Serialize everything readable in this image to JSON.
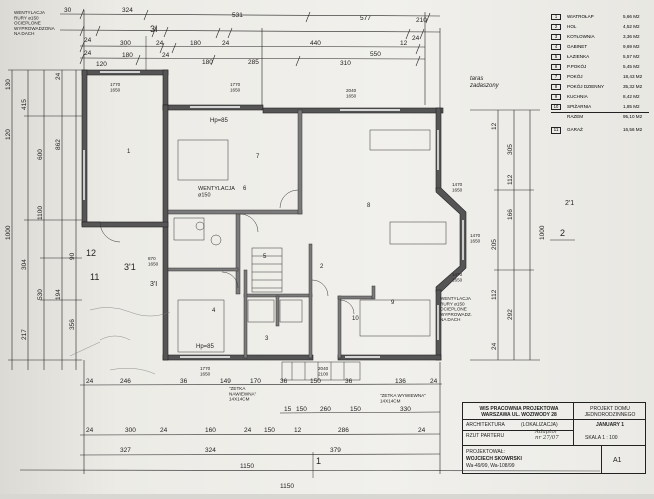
{
  "top_dimensions": {
    "row1": [
      "30",
      "324",
      "531",
      "577",
      "210"
    ],
    "row2": [
      "24",
      "300",
      "24",
      "180",
      "24",
      "440",
      "12",
      "24"
    ],
    "row3": [
      "24",
      "180",
      "24",
      "550"
    ],
    "row4": [
      "120",
      "180",
      "285",
      "310"
    ]
  },
  "left_dimensions": [
    "130",
    "415",
    "600",
    "862",
    "1000",
    "304",
    "217",
    "530",
    "194",
    "356",
    "90",
    "1100",
    "120",
    "24"
  ],
  "right_dimensions": [
    "305",
    "166",
    "112",
    "292",
    "205",
    "112",
    "1000",
    "12",
    "24"
  ],
  "bottom_dimensions": {
    "row1": [
      "24",
      "246",
      "36",
      "149",
      "170",
      "36",
      "150",
      "36",
      "136",
      "24"
    ],
    "row2": [
      "15",
      "150",
      "260",
      "150",
      "330"
    ],
    "row3": [
      "24",
      "300",
      "24",
      "160",
      "24",
      "150",
      "12",
      "286",
      "24"
    ],
    "row4": [
      "327",
      "324",
      "379"
    ],
    "total": "1150",
    "overall": "1150"
  },
  "room_labels": {
    "wentylacja_top": "WENTYLACJA\nRURY ø150\nOCIEPLONE\nWYPROWADZONA\nNA DACH",
    "wentylacja_mid": "WENTYLACJA\nø150",
    "wentylacja_right": "WENTYLACJA\nRURY ø150\nOCIEPLONE\nWYPROWADZ.\nNA DACH",
    "hp_top": "Hp=85",
    "hp_bottom": "Hp=85",
    "room_1": "1",
    "room_3": "3",
    "room_5": "5",
    "room_6": "6",
    "room_7": "7",
    "room_8": "8",
    "room_9": "9",
    "room_10": "10",
    "room_4": "4",
    "room_2": "2",
    "room_11": "11",
    "room_12": "12",
    "label_31": "3'1",
    "label_21": "2'1",
    "label_3i": "3'I",
    "stairs_a": "\"ZETKA\nNAWIEWNA\"\n14X14CM",
    "stairs_b": "\"ZETKA WYWIEWNA\"\n14X14CM",
    "window_1": "1770\n1650",
    "window_2": "1770\n1650",
    "window_3": "2040\n1650",
    "window_4": "1470\n1650",
    "window_5": "1470\n1650",
    "window_6": "1470\n1650",
    "window_7": "2040\n2100",
    "window_8": "870\n1650",
    "window_9": "1770\n1650",
    "handwritten_1": "taras\nzadaszony"
  },
  "legend": {
    "rows": [
      {
        "no": "1",
        "name": "WIATROŁAP",
        "area": "5,66 M2"
      },
      {
        "no": "2",
        "name": "HOL",
        "area": "4,52 M2"
      },
      {
        "no": "3",
        "name": "KOTŁOWNIA",
        "area": "3,36 M2"
      },
      {
        "no": "4",
        "name": "GABINET",
        "area": "9,69 M2"
      },
      {
        "no": "5",
        "name": "ŁAZIENKA",
        "area": "5,57 M2"
      },
      {
        "no": "6",
        "name": "P.POKÓJ",
        "area": "5,45 M2"
      },
      {
        "no": "7",
        "name": "POKÓJ",
        "area": "18,43 M2"
      },
      {
        "no": "8",
        "name": "POKÓJ DZIENNY",
        "area": "35,32 M2"
      },
      {
        "no": "9",
        "name": "KUCHNIA",
        "area": "8,42 M2"
      },
      {
        "no": "10",
        "name": "SPIŻARNIA",
        "area": "1,85 M2"
      }
    ],
    "total_label": "RAZEM",
    "total_area": "95,10 M2",
    "garage_no": "11",
    "garage_name": "GARAŻ",
    "garage_area": "16,56 M2"
  },
  "title_block": {
    "office": "WIS PRACOWNIA PROJEKTOWA\nWARSZAWA UL. WOZIWODY 28",
    "project_type": "PROJEKT DOMU\nJEDNORODZINNEGO",
    "project_name": "JANUARY 1",
    "discipline": "ARCHITEKTURA",
    "adaptation": "(LOKALIZACJA)",
    "drawing": "RZUT PARTERU",
    "scale_label": "SKALA 1 : 100",
    "designed_label": "PROJEKTOWAŁ:",
    "designer": "WOJCIECH SKOWRSKI",
    "license": "Wa-49/99, Wa-108/99",
    "sheet": "A1",
    "sign_note": "Adaptor\nnr 27/07"
  },
  "axis_marks": {
    "top": "3I",
    "right": "2",
    "bottom": "1"
  },
  "colors": {
    "paper": "#f1f0ec",
    "ink": "#222222",
    "wall_fill": "#5a5a5a",
    "pencil": "#6f6a66"
  }
}
